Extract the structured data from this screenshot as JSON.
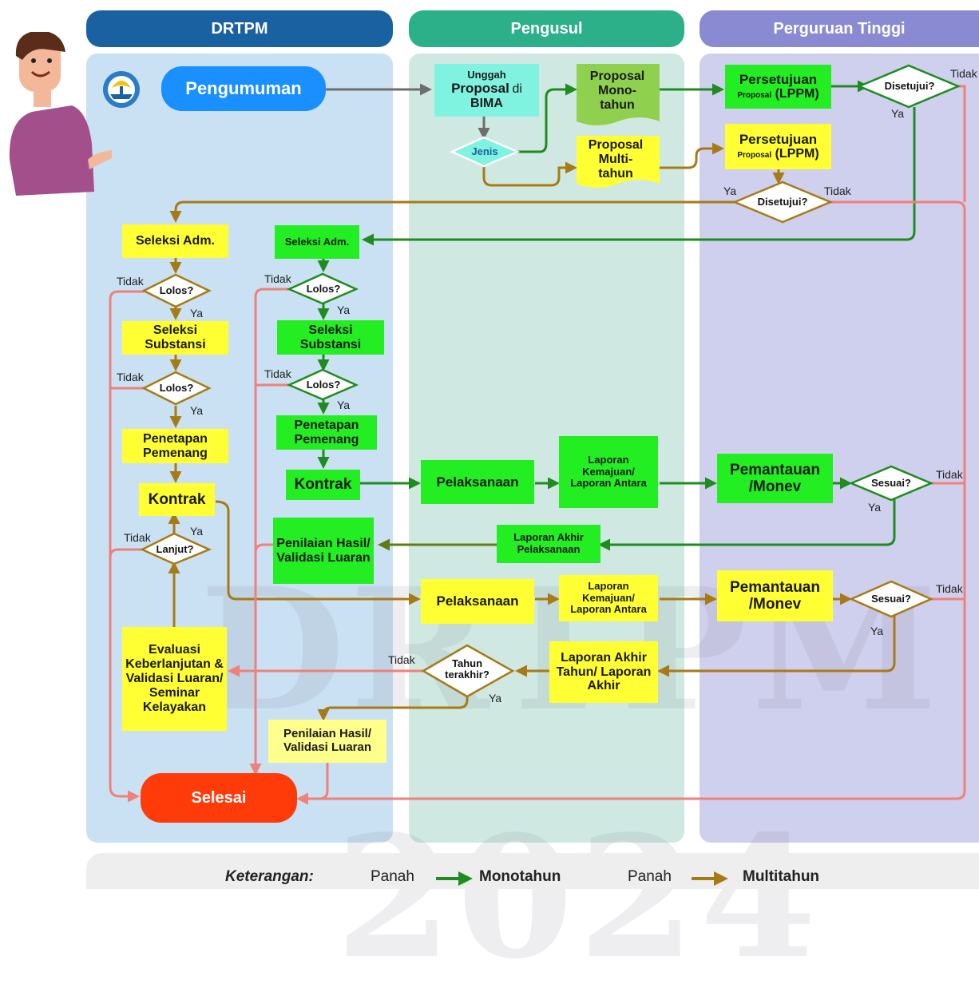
{
  "lanes": {
    "drtpm": "DRTPM",
    "pengusul": "Pengusul",
    "pt": "Perguruan Tinggi"
  },
  "watermark": {
    "word": "DRTPM",
    "year": "2024"
  },
  "colors": {
    "mono": "#1e8c1e",
    "multi": "#a87a16",
    "reject": "#f0807a",
    "gray": "#6e6e6e"
  },
  "nodes": {
    "pengumuman": "Pengumuman",
    "unggah_1": "Unggah",
    "unggah_2": "Proposal",
    "unggah_3": "di",
    "unggah_4": "BIMA",
    "jenis": "Jenis",
    "proposal_mono": "Proposal Mono-tahun",
    "proposal_multi": "Proposal Multi-tahun",
    "persetujuan_big": "Persetujuan",
    "persetujuan_small": "Proposal",
    "persetujuan_lppm": "(LPPM)",
    "disetujui": "Disetujui?",
    "seleksi_adm": "Seleksi Adm.",
    "lolos": "Lolos?",
    "seleksi_substansi": "Seleksi Substansi",
    "penetapan": "Penetapan Pemenang",
    "kontrak": "Kontrak",
    "lanjut": "Lanjut?",
    "evaluasi": "Evaluasi Keberlanjutan & Validasi Luaran/ Seminar Kelayakan",
    "pelaksanaan": "Pelaksanaan",
    "lap_kemajuan_mono": "Laporan Kemajuan/ Laporan Antara",
    "lap_kemajuan_multi": "Laporan Kemajuan/ Laporan Antara",
    "pemantauan": "Pemantauan /Monev",
    "sesuai": "Sesuai?",
    "lap_akhir_pelaksanaan": "Laporan Akhir Pelaksanaan",
    "penilaian_mono": "Penilaian Hasil/ Validasi Luaran",
    "lap_akhir_tahun": "Laporan Akhir Tahun/ Laporan Akhir",
    "tahun_terakhir": "Tahun terakhir?",
    "penilaian_multi": "Penilaian Hasil/ Validasi Luaran",
    "selesai": "Selesai"
  },
  "labels": {
    "ya": "Ya",
    "tidak": "Tidak"
  },
  "legend": {
    "keterangan": "Keterangan:",
    "panah": "Panah",
    "mono": "Monotahun",
    "multi": "Multitahun"
  },
  "icons": {
    "logo": "tut-wuri-handayani-logo",
    "presenter": "presenter-person-illustration"
  }
}
